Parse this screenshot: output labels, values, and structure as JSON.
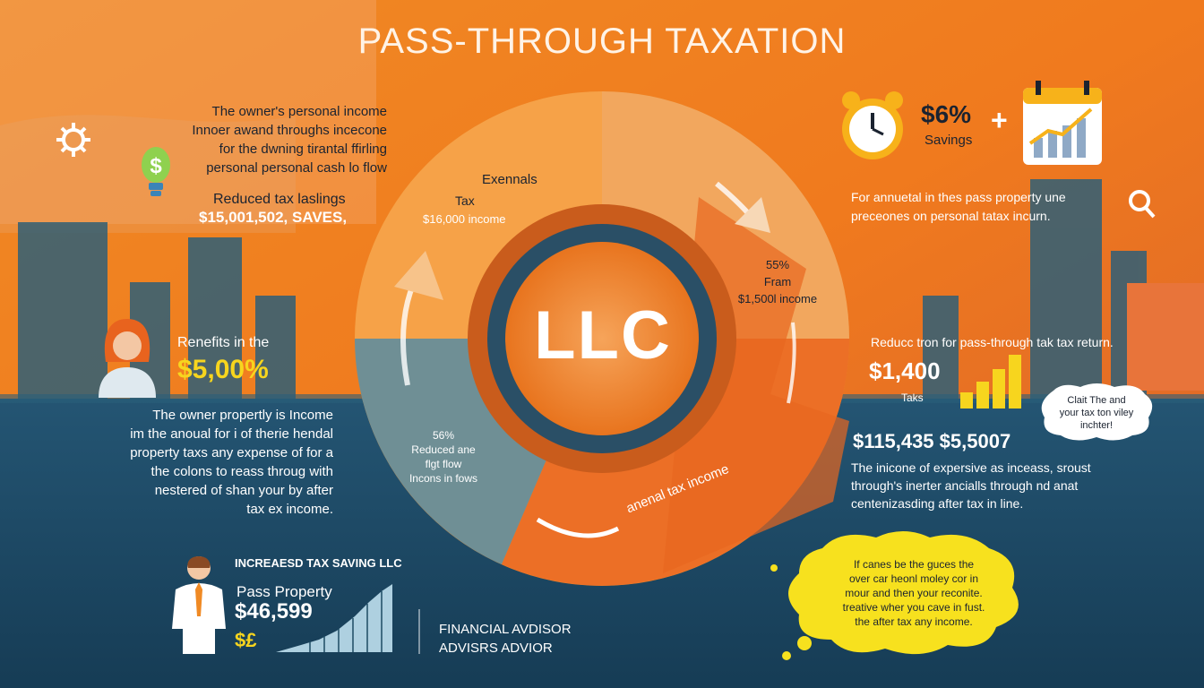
{
  "title": "PASS-THROUGH TAXATION",
  "center_label": "LLC",
  "top_left": {
    "lines": [
      "The owner's personal income",
      "Innoer awand throughs incecone",
      "for the dwning tirantal ffirling",
      "personal personal cash lo flow"
    ],
    "reduced_label": "Reduced tax laslings",
    "reduced_value": "$15,001,502, SAVES,"
  },
  "left_mid": {
    "benefits_label": "Renefits in the",
    "benefits_value": "$5,00%"
  },
  "left_lower": {
    "lines": [
      "The owner propertly is Income",
      "im the anoual for i of therie hendal",
      "property taxs any expense of for a",
      "the colons to reass throug with",
      "nestered of shan your by after",
      "tax ex income."
    ]
  },
  "ring": {
    "top_label": "Exennals",
    "tax_label": "Tax",
    "tax_value": "$16,000 income",
    "right_pct": "55%",
    "right_label": "Fram",
    "right_value": "$1,500l income",
    "left_pct": "56%",
    "left_line1": "Reduced ane",
    "left_line2": "flgt flow",
    "left_line3": "Incons in fows",
    "bottom_label": "anenal tax income"
  },
  "top_right": {
    "pct": "$6%",
    "savings": "Savings",
    "plus": "+",
    "desc1": "For annuetal in thes pass property une",
    "desc2": "preceones on personal tatax incurn."
  },
  "right_mid": {
    "header": "Reducc tron for pass-through tak tax return.",
    "value": "$1,400",
    "sub": "Taks",
    "bubble": [
      "Clait The and",
      "your tax ton viley",
      "inchter!"
    ]
  },
  "right_lower": {
    "value": "$115,435 $5,5007",
    "lines": [
      "The inicone of expersive as inceass, sroust",
      "through's inerter ancialls through nd anat",
      "centenizasding after tax in line."
    ]
  },
  "bottom_left": {
    "header": "INCREAESD TAX SAVING LLC",
    "label": "Pass Property",
    "value": "$46,599",
    "symbol": "$£"
  },
  "bottom_mid": {
    "line1": "FINANCIAL AVDISOR",
    "line2": "ADVISRS ADVIOR"
  },
  "bottom_right_bubble": [
    "If canes be the guces the",
    "over car heonl moley cor in",
    "mour and then your reconite.",
    "treative wher you cave in fust.",
    "the after tax any income."
  ],
  "colors": {
    "orange": "#f08a24",
    "deep_orange": "#e86a1a",
    "navy": "#1d4a63",
    "yellow": "#f7d51e"
  },
  "icons": [
    "gear-icon",
    "dollar-bulb-icon",
    "woman-avatar-icon",
    "man-avatar-icon",
    "alarm-clock-icon",
    "calendar-chart-icon",
    "magnifier-icon",
    "bar-chart-icon",
    "growth-chart-icon"
  ]
}
